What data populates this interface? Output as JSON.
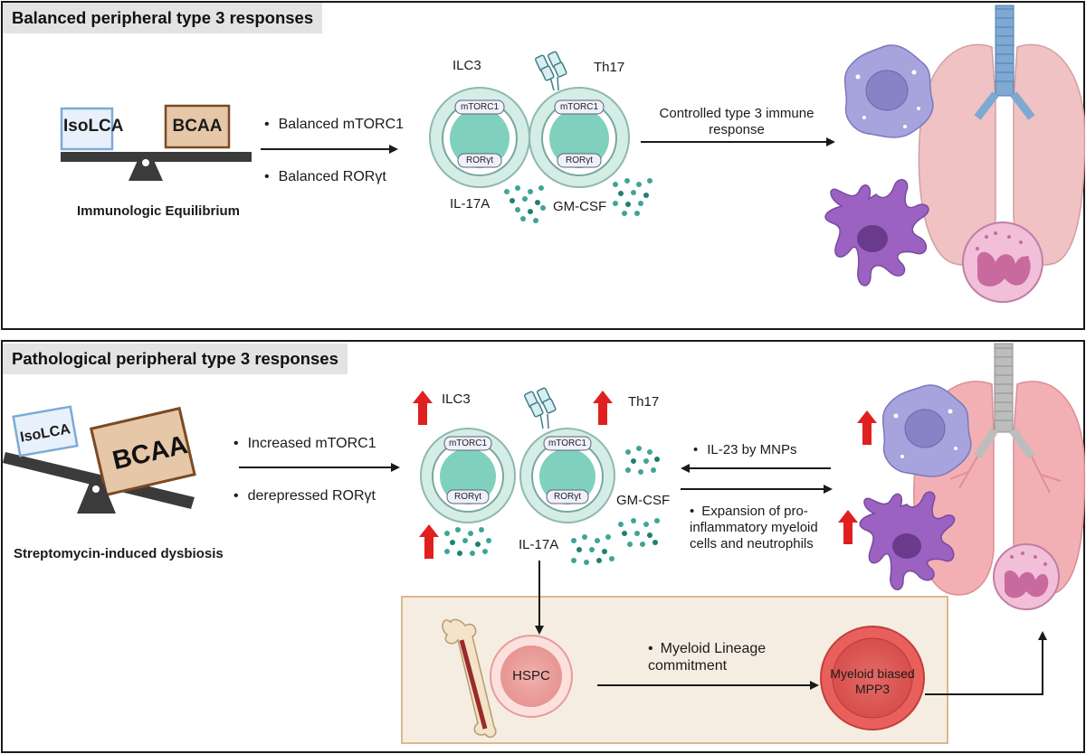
{
  "panel_top": {
    "header": "Balanced peripheral type 3 responses",
    "scale_left": "IsoLCA",
    "scale_right": "BCAA",
    "scale_caption": "Immunologic Equilibrium",
    "bullets": [
      "Balanced mTORC1",
      "Balanced RORγt"
    ],
    "cell_left_label": "ILC3",
    "cell_right_label": "Th17",
    "mtorc1": "mTORC1",
    "rorgt": "RORγt",
    "cytokine_left": "IL-17A",
    "cytokine_right": "GM-CSF",
    "outcome": "Controlled type 3 immune response"
  },
  "panel_bottom": {
    "header": "Pathological peripheral type 3 responses",
    "scale_left": "IsoLCA",
    "scale_right": "BCAA",
    "scale_caption": "Streptomycin-induced dysbiosis",
    "bullets": [
      "Increased mTORC1",
      "derepressed RORγt"
    ],
    "cell_left_label": "ILC3",
    "cell_right_label": "Th17",
    "mtorc1": "mTORC1",
    "rorgt": "RORγt",
    "cytokine_left": "IL-17A",
    "cytokine_right": "GM-CSF",
    "feedback": "IL-23 by MNPs",
    "expansion": "Expansion of pro-inflammatory myeloid cells and neutrophils",
    "bone_marrow": {
      "hspc": "HSPC",
      "commitment": "Myeloid Lineage commitment",
      "mpp3": "Myeloid biased MPP3"
    }
  },
  "colors": {
    "cell_fill": "#d5ede7",
    "nucleus": "#7fd1bd",
    "arrow_up": "#e02020",
    "bone_marrow_bg": "#f5ede2",
    "lung": "#f0c2c4",
    "trachea": "#7fa9d3",
    "macrophage": "#a7a3dc",
    "dendritic": "#9b62c2",
    "neutrophil": "#e6a0c4"
  }
}
